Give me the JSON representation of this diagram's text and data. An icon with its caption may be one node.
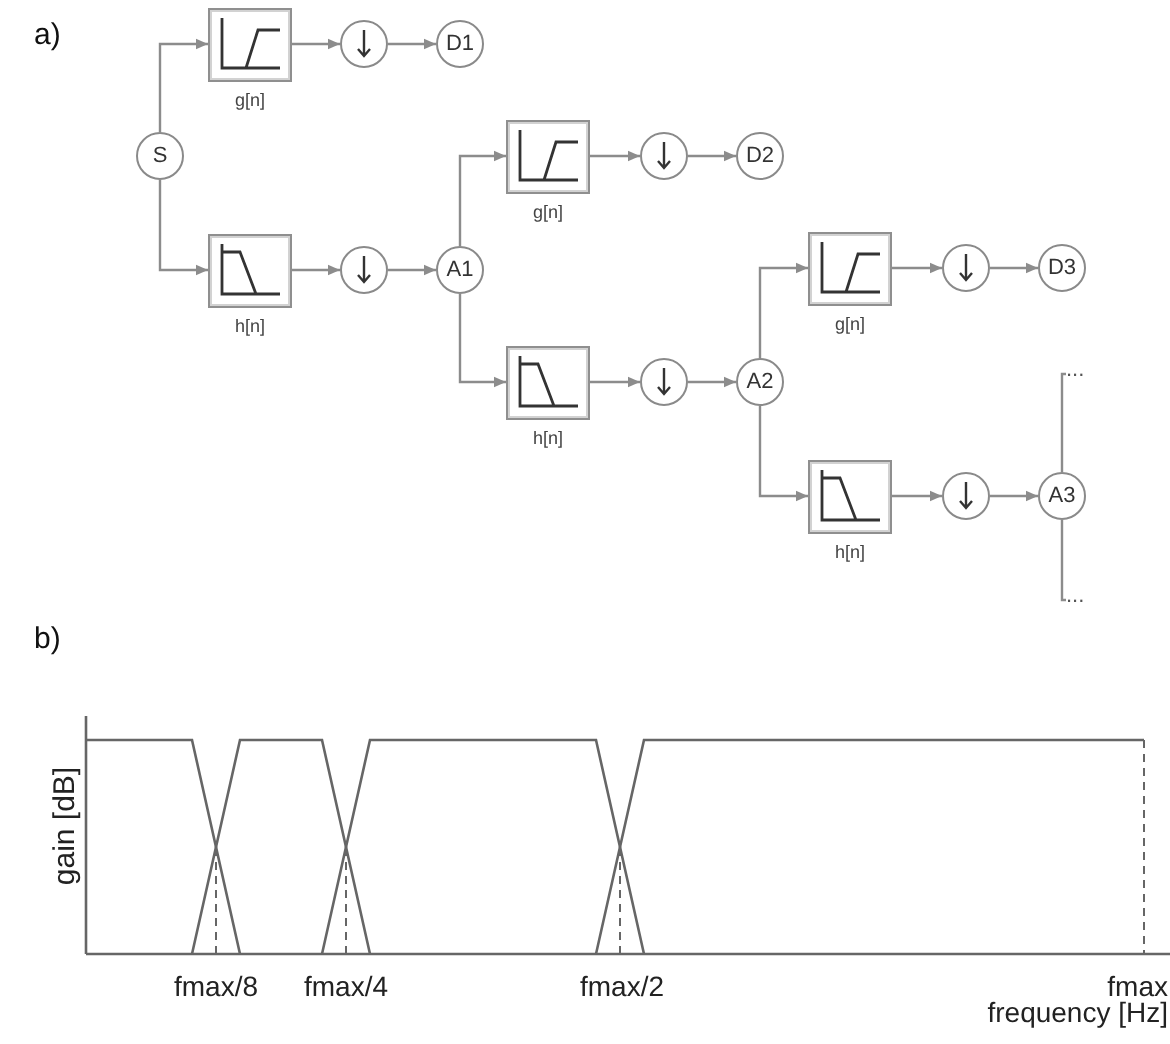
{
  "diagram": {
    "nodes": [
      {
        "text": [
          "S"
        ]
      },
      {
        "text": [
          "g[n]"
        ]
      },
      {
        "text": [],
        "shape": "circle"
      },
      {
        "text": [
          "D1"
        ]
      },
      {
        "text": [
          "h[n]"
        ]
      },
      {
        "text": [],
        "shape": "circle"
      },
      {
        "text": [
          "A1"
        ]
      },
      {
        "text": [
          "g[n]"
        ]
      },
      {
        "text": [],
        "shape": "circle"
      },
      {
        "text": [
          "D2"
        ]
      },
      {
        "text": [
          "h[n]"
        ]
      },
      {
        "text": [],
        "shape": "circle"
      },
      {
        "text": [
          "A2"
        ]
      },
      {
        "text": [
          "g[n]"
        ]
      },
      {
        "text": [],
        "shape": "circle"
      },
      {
        "text": [
          "D3"
        ]
      },
      {
        "text": [
          "h[n]"
        ]
      },
      {
        "text": [],
        "shape": "circle"
      },
      {
        "text": [
          "A3"
        ]
      },
      {
        "text": [
          "..."
        ]
      },
      {
        "text": [
          "..."
        ]
      }
    ],
    "edges": [
      {
        "from": 0,
        "to": 1,
        "arrow": "to"
      },
      {
        "from": 1,
        "to": 2,
        "arrow": "to"
      },
      {
        "from": 2,
        "to": 3,
        "arrow": "to"
      },
      {
        "from": 0,
        "to": 4,
        "arrow": "to"
      },
      {
        "from": 4,
        "to": 5,
        "arrow": "to"
      },
      {
        "from": 5,
        "to": 6,
        "arrow": "to"
      },
      {
        "from": 6,
        "to": 7,
        "arrow": "to"
      },
      {
        "from": 7,
        "to": 8,
        "arrow": "to"
      },
      {
        "from": 8,
        "to": 9,
        "arrow": "to"
      },
      {
        "from": 6,
        "to": 10,
        "arrow": "to"
      },
      {
        "from": 10,
        "to": 11,
        "arrow": "to"
      },
      {
        "from": 11,
        "to": 12,
        "arrow": "to"
      },
      {
        "from": 12,
        "to": 13,
        "arrow": "to"
      },
      {
        "from": 13,
        "to": 14,
        "arrow": "to"
      },
      {
        "from": 14,
        "to": 15,
        "arrow": "to"
      },
      {
        "from": 12,
        "to": 16,
        "arrow": "to"
      },
      {
        "from": 16,
        "to": 17,
        "arrow": "to"
      },
      {
        "from": 17,
        "to": 18,
        "arrow": "to"
      },
      {
        "from": 18,
        "to": 19,
        "arrow": "none"
      },
      {
        "from": 18,
        "to": 20,
        "arrow": "none"
      }
    ],
    "labels": [
      "a)",
      "b)",
      "gain [dB]",
      "fmax/8",
      "fmax/4",
      "fmax/2",
      "fmax",
      "frequency [Hz]"
    ]
  }
}
